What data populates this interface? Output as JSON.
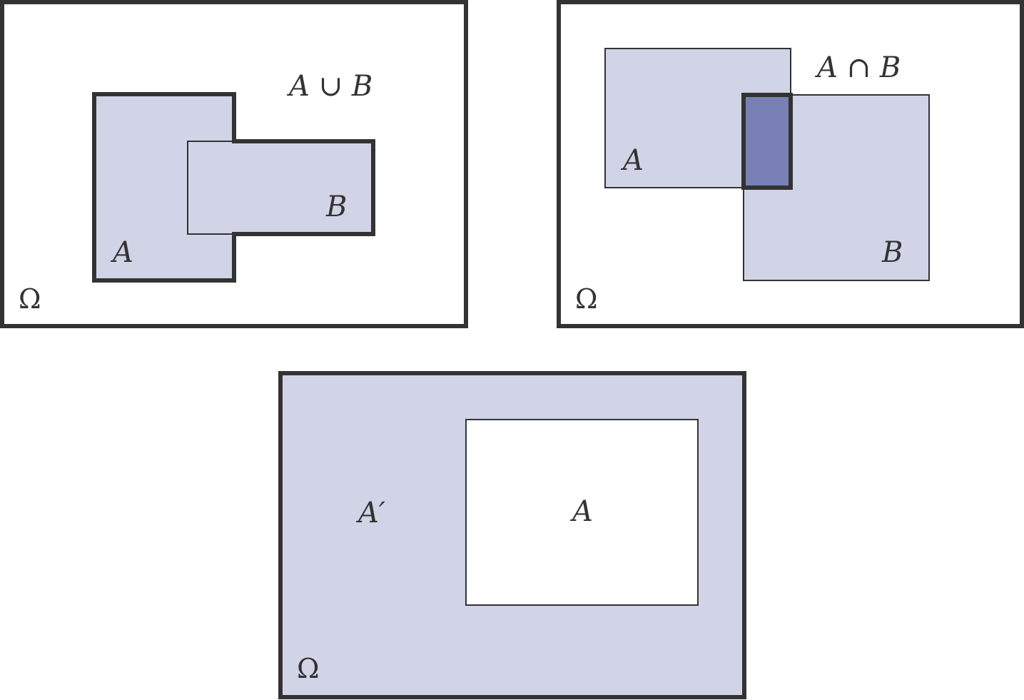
{
  "colors": {
    "set_fill": "#d1d4e7",
    "intersection_fill": "#7880b5",
    "stroke": "#333333",
    "background": "#ffffff"
  },
  "union": {
    "label_union": "A ∪ B",
    "label_a": "A",
    "label_b": "B",
    "label_omega": "Ω"
  },
  "intersection": {
    "label_intersection": "A ∩ B",
    "label_a": "A",
    "label_b": "B",
    "label_omega": "Ω"
  },
  "complement": {
    "label_complement": "A′",
    "label_a": "A",
    "label_omega": "Ω"
  }
}
